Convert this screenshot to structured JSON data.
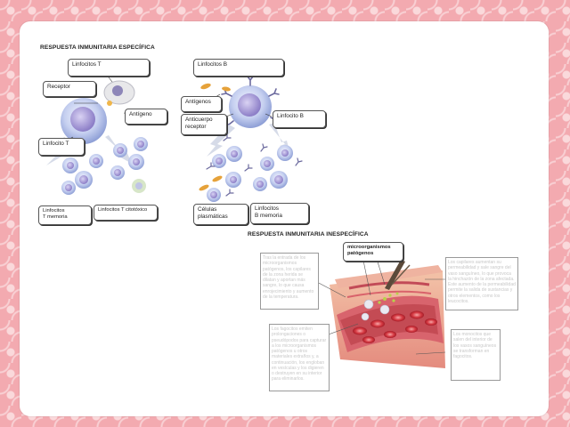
{
  "specific": {
    "title": "RESPUESTA INMUNITARIA ESPECÍFICA",
    "t_cells": {
      "top": "Linfocitos T",
      "receptor": "Receptor",
      "antigen": "Antígeno",
      "t_lymph": "Linfocito T",
      "memory": "Linfocitos\nT memoria",
      "cytotoxic": "Linfocitos T citotóxico"
    },
    "b_cells": {
      "top": "Linfocitos B",
      "antigens": "Antígenos",
      "antibody": "Anticuerpo\nreceptor",
      "b_lymph": "Linfocito B",
      "plasma": "Células\nplasmáticas",
      "memory": "Linfocitos\nB memoria"
    }
  },
  "nonspecific": {
    "title": "RESPUESTA INMUNITARIA INESPECÍFICA",
    "microbes": "microorganismos\npatógenos",
    "text1": "Tras la entrada de los microorganismos patógenos, los capilares de la zona herida se dilatan y aportan más sangre, lo que causa enrojecimiento y aumento de la temperatura.",
    "text2": "Los capilares aumentan su permeabilidad y sale sangre del vaso sanguíneo, lo que provoca la hinchazón de la zona afectada. Este aumento de la permeabilidad permite la salida de sustancias y otros elementos, como los leucocitos.",
    "text3": "Los fagocitos emiten prolongaciones o pseudópodos para capturar a los microorganismos patógenos u otros materiales extraños y, a continuación, los engloban en vesículas y los digieren o destruyen en su interior para eliminarlos.",
    "text4": "Los monocitos que salen del interior de los vasos sanguíneos se transforman en fagocitos."
  },
  "colors": {
    "background": "#f3aab0",
    "card": "#ffffff",
    "cell": "#c9d4ef",
    "nucleus": "#9b8fcf",
    "antibody": "#6c6a9e",
    "antigen": "#e6a23a",
    "tissue": "#e79a86",
    "blood": "#c7323a"
  }
}
